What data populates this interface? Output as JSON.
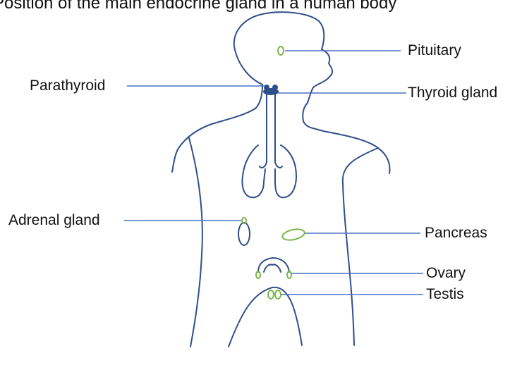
{
  "title": "Position of the main endocrine gland in a human body",
  "labels": {
    "pituitary": "Pituitary",
    "parathyroid": "Parathyroid",
    "thyroid": "Thyroid gland",
    "adrenal": "Adrenal gland",
    "pancreas": "Pancreas",
    "ovary": "Ovary",
    "testis": "Testis"
  },
  "colors": {
    "outline": "#2f4f8a",
    "gland": "#7ab648",
    "leader": "#4a72c4",
    "text": "#111111"
  }
}
